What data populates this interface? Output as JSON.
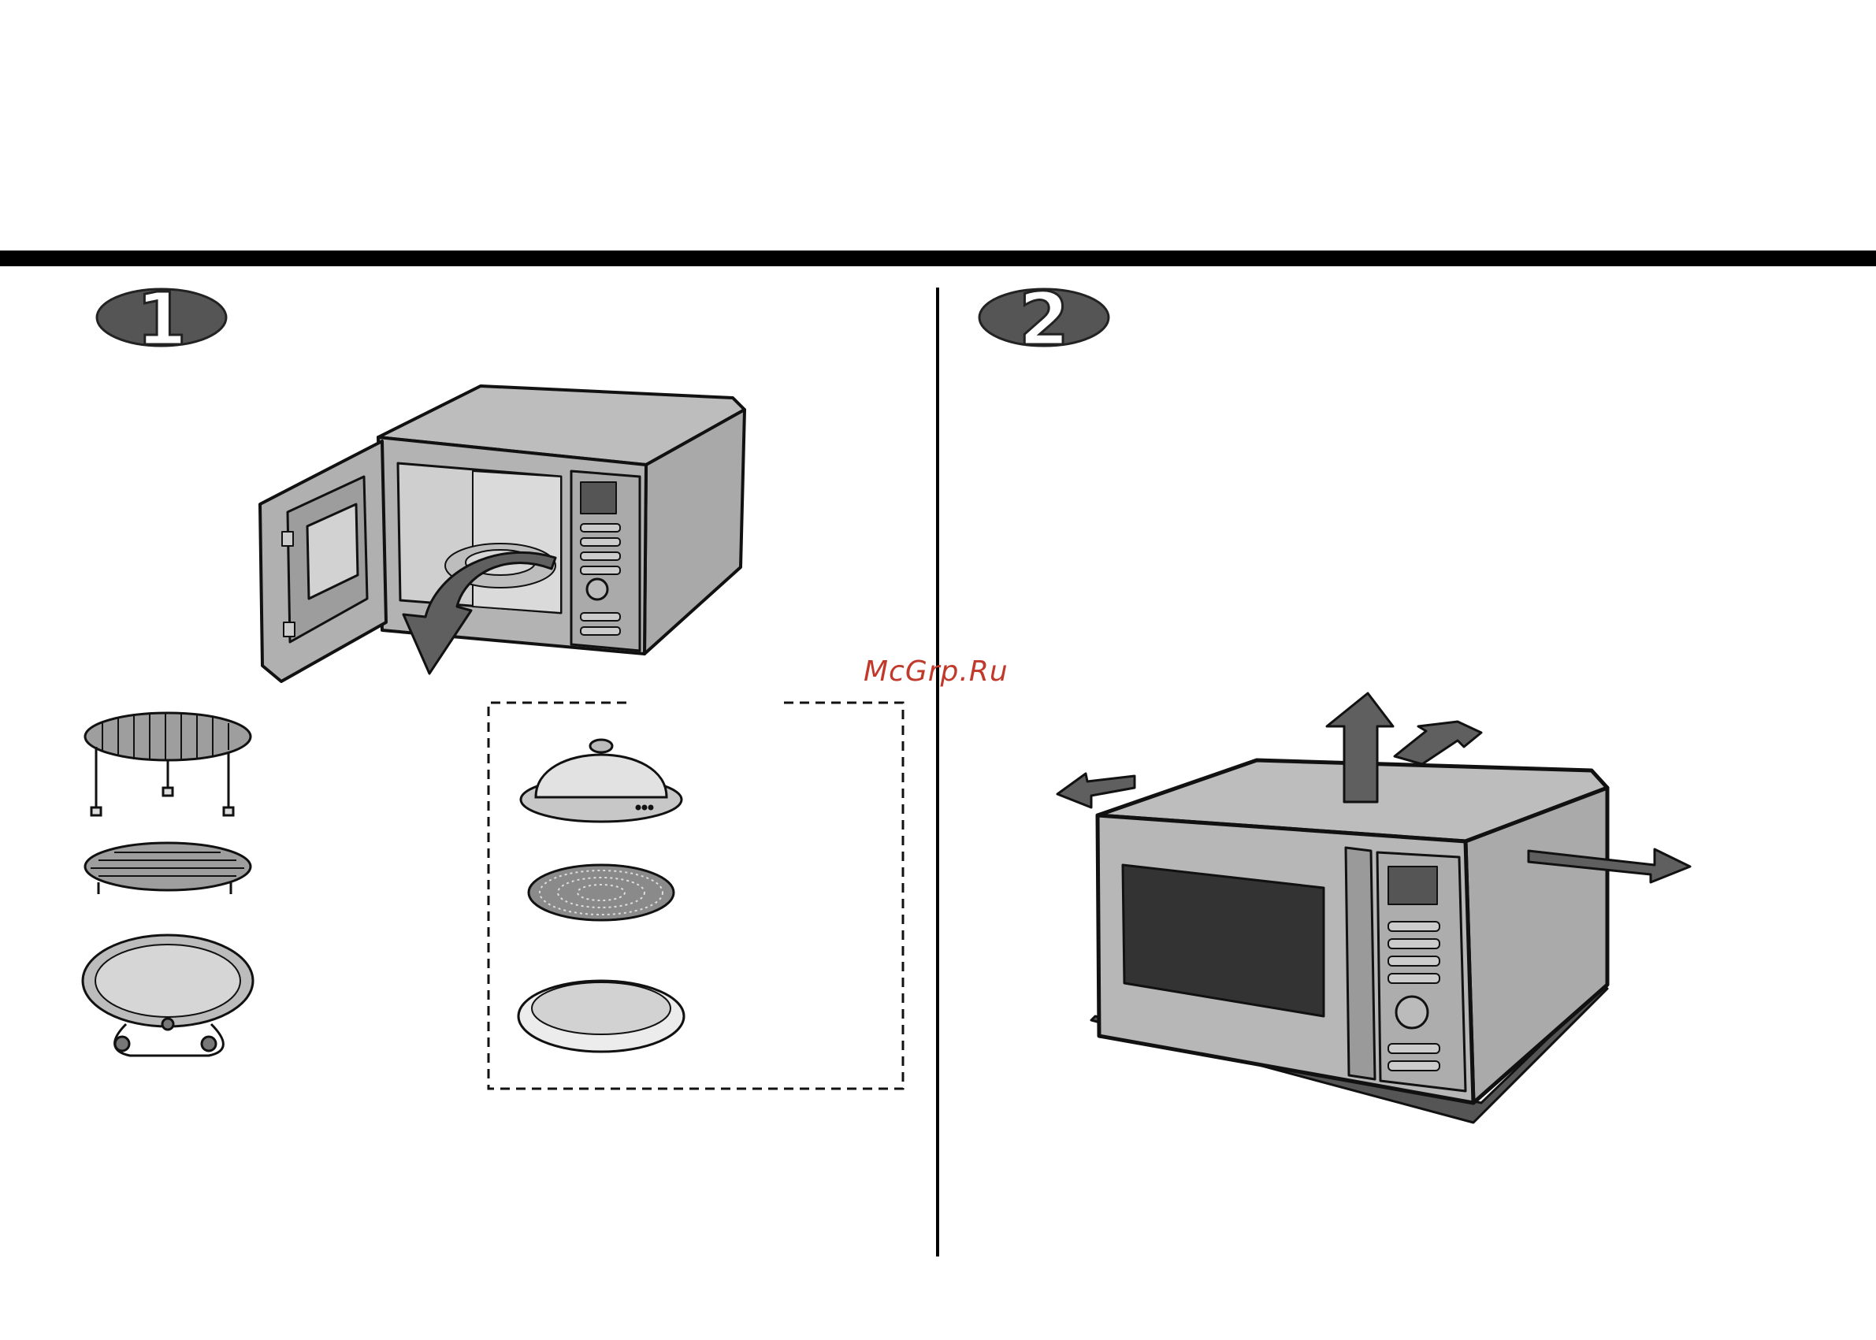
{
  "steps": [
    {
      "number": "1"
    },
    {
      "number": "2"
    }
  ],
  "watermark": {
    "text": "McGrp.Ru",
    "color": "#c0392b"
  },
  "colors": {
    "body_gray": "#a9a9a9",
    "body_light": "#c4c4c4",
    "dark_gray": "#555555",
    "arrow_gray": "#5f5f5f",
    "window_dark": "#333333",
    "outline": "#111111"
  },
  "icons": [
    "microwave-open-door-illustration",
    "removal-arrow-icon",
    "high-rack-icon",
    "low-rack-icon",
    "turntable-tray-with-roller-ring-icon",
    "domed-cover-icon",
    "crisp-plate-icon",
    "shallow-tray-icon",
    "microwave-closed-illustration",
    "ventilation-arrow-icon"
  ]
}
